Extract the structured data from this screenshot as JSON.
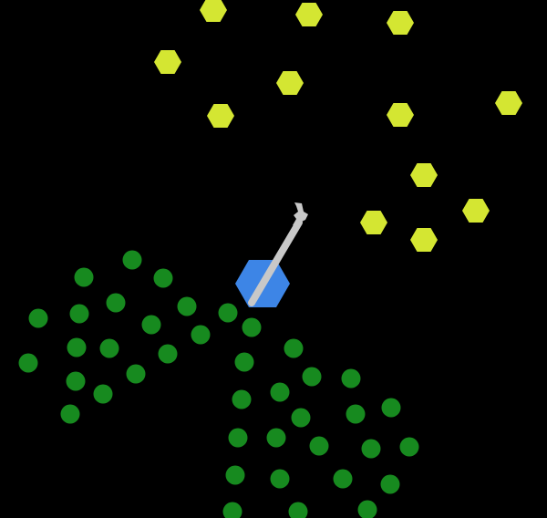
{
  "scene": {
    "background_color": "#000000",
    "food_color": "#d4e632",
    "food_shape": "hexagon",
    "obstacle_color": "#178a1f",
    "obstacle_shape": "circle",
    "player_color": "#3d85e6",
    "player_shape": "hexagon",
    "tool_color": "#c8c8c8",
    "tool_icon": "wrench-tool-icon"
  }
}
